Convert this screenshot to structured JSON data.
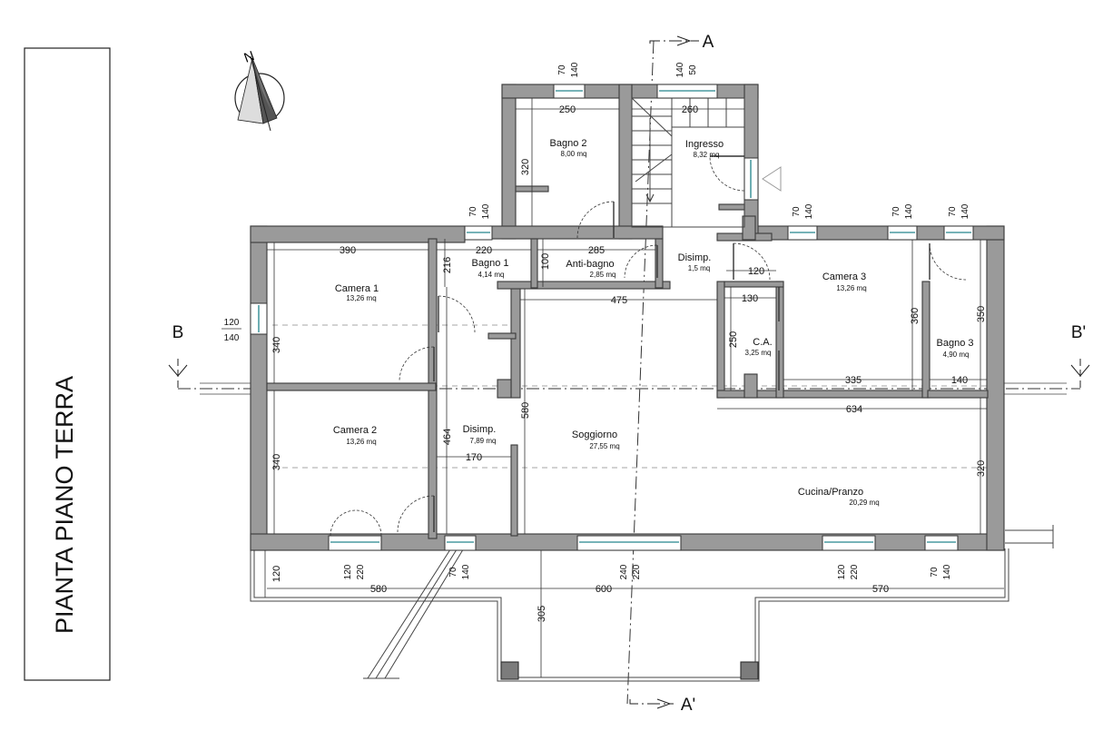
{
  "title": "PIANTA PIANO TERRA",
  "compass": {
    "label": "N",
    "icon": "north-arrow-icon"
  },
  "sections": {
    "a": "A",
    "a_prime": "A'",
    "b": "B",
    "b_prime": "B'"
  },
  "rooms": {
    "bagno2": {
      "name": "Bagno 2",
      "area": "8,00 mq"
    },
    "ingresso": {
      "name": "Ingresso",
      "area": "8,32 mq"
    },
    "bagno1": {
      "name": "Bagno 1",
      "area": "4,14 mq"
    },
    "antibagno": {
      "name": "Anti-bagno",
      "area": "2,85 mq"
    },
    "disimp1": {
      "name": "Disimp.",
      "area": "1,5 mq"
    },
    "camera1": {
      "name": "Camera 1",
      "area": "13,26 mq"
    },
    "camera2": {
      "name": "Camera 2",
      "area": "13,26 mq"
    },
    "camera3": {
      "name": "Camera 3",
      "area": "13,26 mq"
    },
    "ca": {
      "name": "C.A.",
      "area": "3,25 mq"
    },
    "bagno3": {
      "name": "Bagno 3",
      "area": "4,90 mq"
    },
    "disimp2": {
      "name": "Disimp.",
      "area": "7,89 mq"
    },
    "soggiorno": {
      "name": "Soggiorno",
      "area": "27,55 mq"
    },
    "cucina": {
      "name": "Cucina/Pranzo",
      "area": "20,29 mq"
    }
  },
  "dimensions": {
    "bagno2_w": "250",
    "ingresso_w": "260",
    "bagno2_h": "320",
    "camera1_w": "390",
    "bagno1_w": "220",
    "antibagno_w": "285",
    "bagno1_h": "216",
    "antibagno_h": "100",
    "disimp1_w": "120",
    "soggiorno_w": "475",
    "ca_w": "130",
    "camera3_h": "360",
    "bagno3_h": "350",
    "ca_h": "250",
    "camera1_h": "340",
    "camera2_h": "340",
    "disimp2_h": "464",
    "soggiorno_h": "580",
    "disimp2_w": "170",
    "camera3_w": "335",
    "bagno3_w": "140",
    "cucina_w": "634",
    "cucina_h": "320",
    "portico_d": "120",
    "portico_left": "580",
    "portico_mid": "600",
    "portico_right": "570",
    "porch_depth": "305"
  },
  "windows": {
    "bagno2": {
      "w": "70",
      "h": "140"
    },
    "ingresso": {
      "w": "140",
      "h": "50"
    },
    "bagno1": {
      "w": "70",
      "h": "140"
    },
    "camera1": {
      "w": "120",
      "h": "140"
    },
    "camera3_a": {
      "w": "70",
      "h": "140"
    },
    "camera3_b": {
      "w": "70",
      "h": "140"
    },
    "bagno3": {
      "w": "70",
      "h": "140"
    },
    "camera2": {
      "w": "120",
      "h": "220"
    },
    "disimp2": {
      "w": "70",
      "h": "140"
    },
    "soggiorno": {
      "w": "240",
      "h": "220"
    },
    "cucina_a": {
      "w": "120",
      "h": "220"
    },
    "cucina_b": {
      "w": "70",
      "h": "140"
    }
  }
}
